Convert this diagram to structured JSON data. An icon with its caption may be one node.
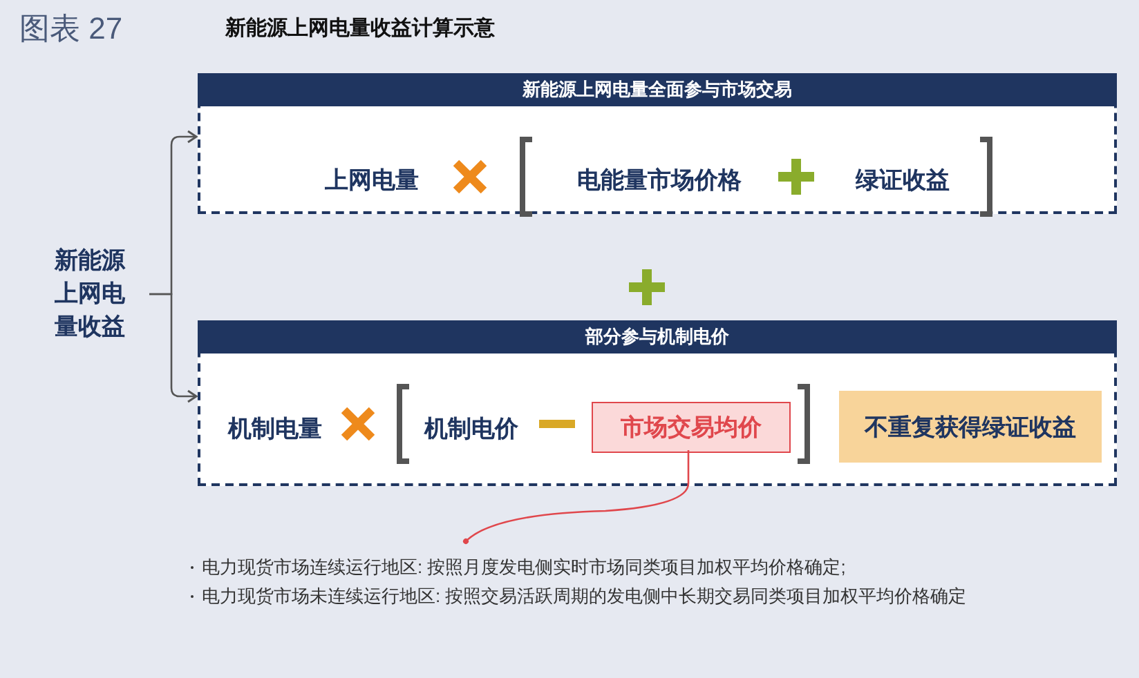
{
  "diagram": {
    "title": "新能源上网电量收益计算示意",
    "nodes": [
      {
        "text": [
          "新能源上网电量全面参与市场交易"
        ]
      },
      {
        "text": [
          "上网电量"
        ],
        "in": 0
      },
      {
        "text": [
          "电能量市场价格"
        ],
        "in": 0
      },
      {
        "text": [
          "绿证收益"
        ],
        "in": 0
      },
      {
        "text": [
          "部分参与机制电价"
        ]
      },
      {
        "text": [
          "机制电量"
        ],
        "in": 4
      },
      {
        "text": [
          "机制电价"
        ],
        "in": 4
      },
      {
        "text": [
          "市场交易均价"
        ],
        "in": 4
      },
      {
        "text": [
          "不重复获得绿证收益"
        ],
        "in": 4
      },
      {
        "text": [
          "新能源上网电量收益"
        ]
      },
      {
        "text": [
          "电力现货市场连续运行地区: 按照月度发电侧实时市场同类项目加权平均价格确定;",
          "电力现货市场未连续运行地区: 按照交易活跃周期的发电侧中长期交易同类项目加权平均价格确定"
        ]
      }
    ],
    "edges": [
      {
        "from": 9,
        "to": 0,
        "arrow": "to"
      },
      {
        "from": 9,
        "to": 4,
        "arrow": "to"
      },
      {
        "from": 7,
        "to": 10,
        "arrow": "other",
        "color": "#e0474c"
      }
    ],
    "labels": [
      "图表 27"
    ]
  }
}
